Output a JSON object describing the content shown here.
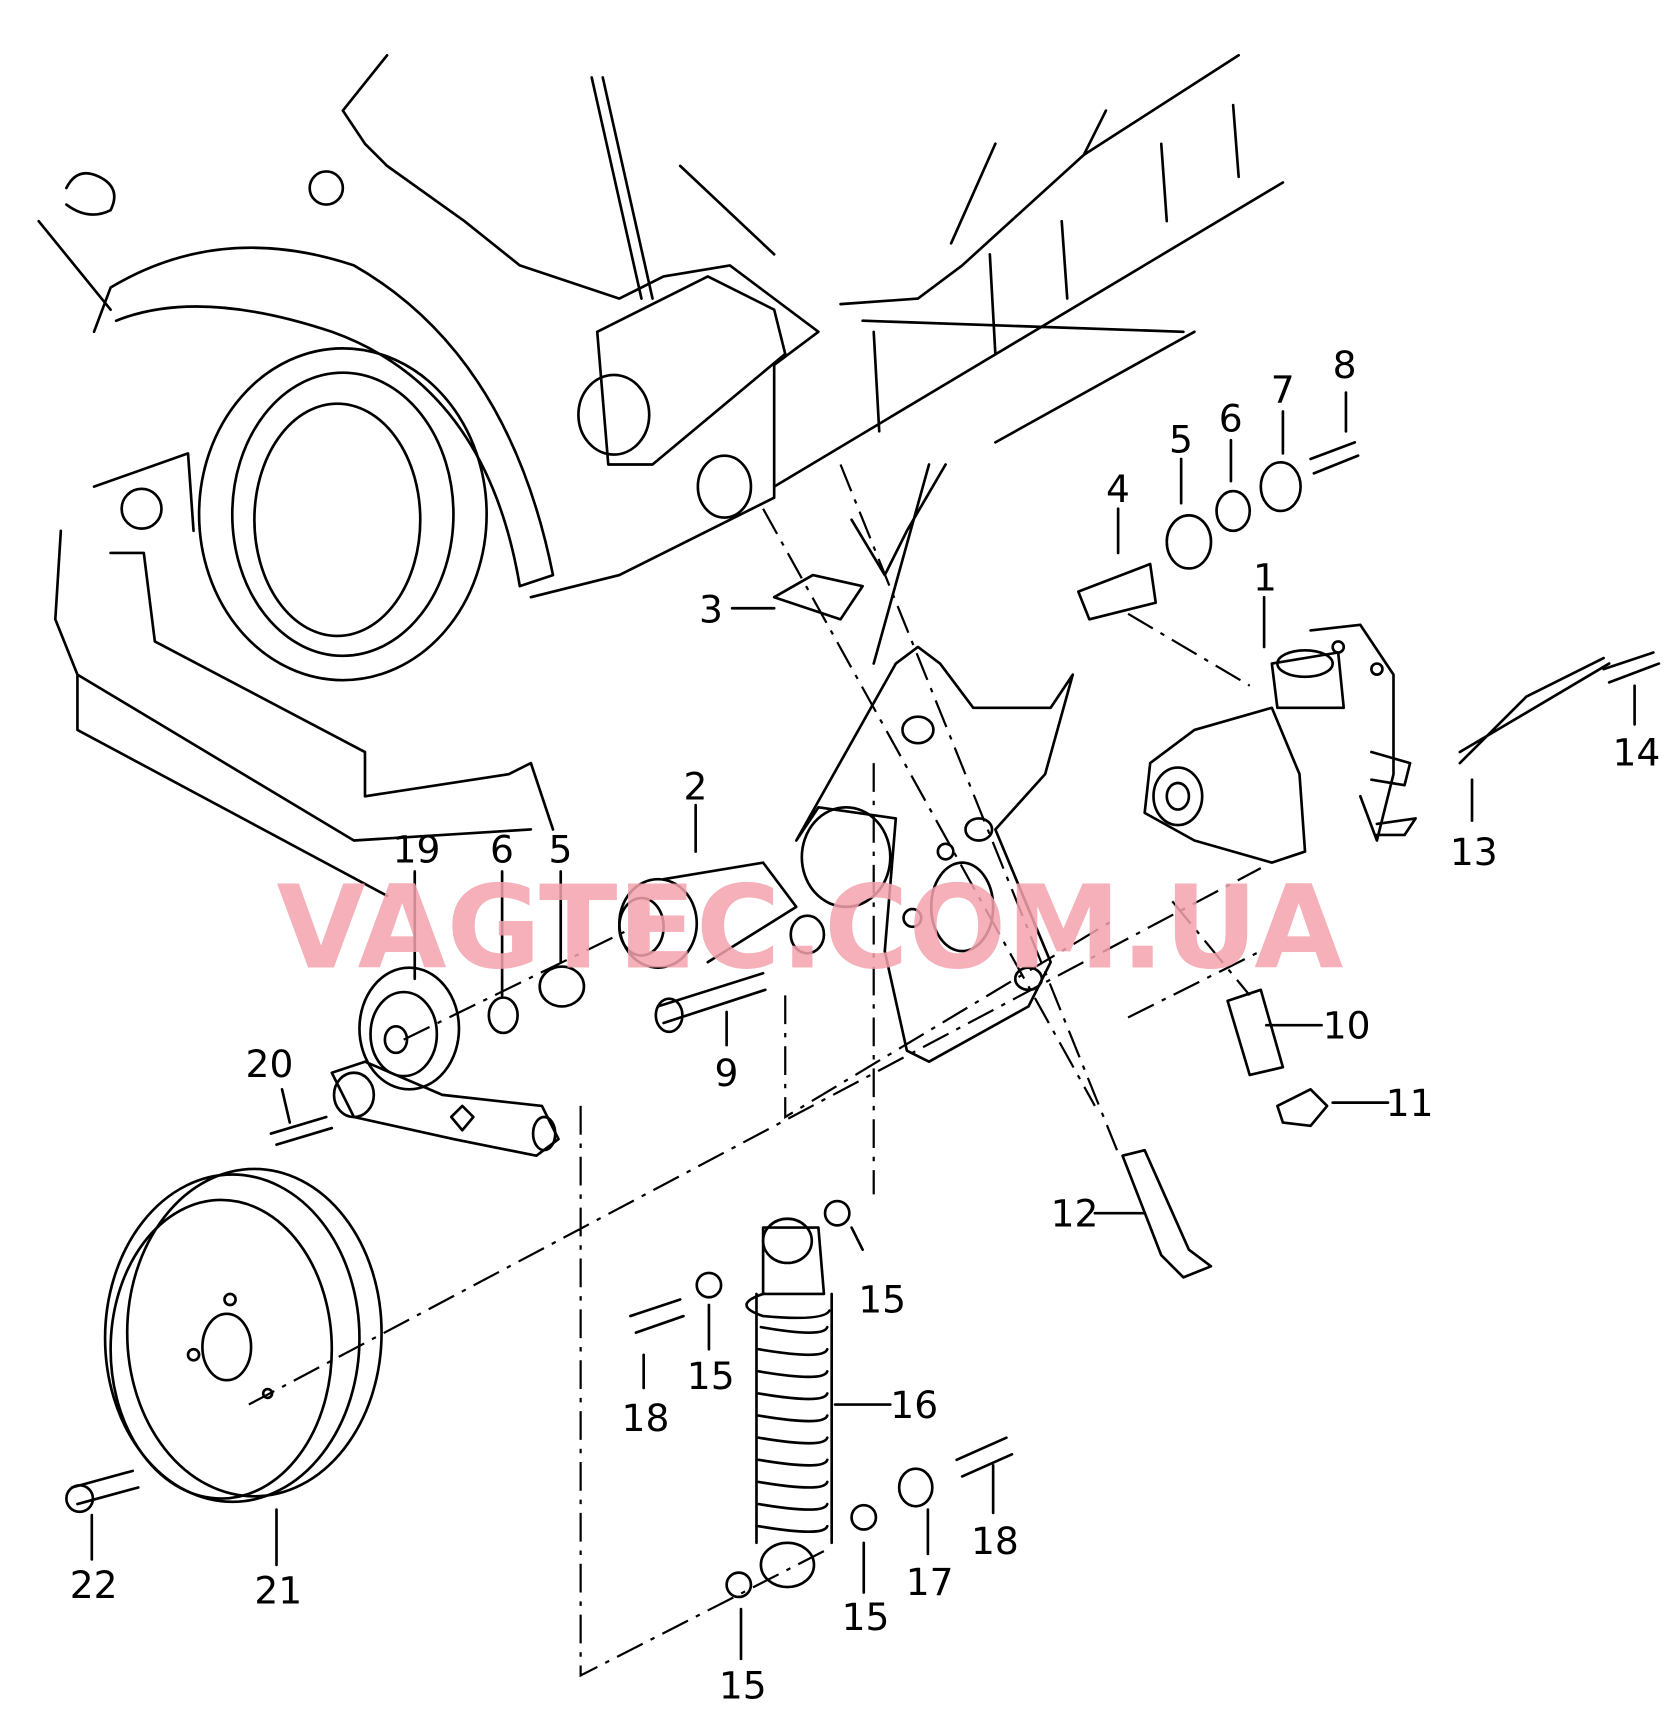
{
  "watermark": "VAGTEC.COM.UA",
  "colors": {
    "line": "#000000",
    "watermark": "#f4a3ad",
    "background": "#ffffff"
  },
  "callouts": [
    {
      "id": "c1",
      "text": "1"
    },
    {
      "id": "c2",
      "text": "2"
    },
    {
      "id": "c3",
      "text": "3"
    },
    {
      "id": "c4",
      "text": "4"
    },
    {
      "id": "c5a",
      "text": "5"
    },
    {
      "id": "c5b",
      "text": "5"
    },
    {
      "id": "c6a",
      "text": "6"
    },
    {
      "id": "c6b",
      "text": "6"
    },
    {
      "id": "c7",
      "text": "7"
    },
    {
      "id": "c8",
      "text": "8"
    },
    {
      "id": "c9",
      "text": "9"
    },
    {
      "id": "c10",
      "text": "10"
    },
    {
      "id": "c11",
      "text": "11"
    },
    {
      "id": "c12",
      "text": "12"
    },
    {
      "id": "c13",
      "text": "13"
    },
    {
      "id": "c14",
      "text": "14"
    },
    {
      "id": "c15a",
      "text": "15"
    },
    {
      "id": "c15b",
      "text": "15"
    },
    {
      "id": "c15c",
      "text": "15"
    },
    {
      "id": "c15d",
      "text": "15"
    },
    {
      "id": "c16",
      "text": "16"
    },
    {
      "id": "c17",
      "text": "17"
    },
    {
      "id": "c18a",
      "text": "18"
    },
    {
      "id": "c18b",
      "text": "18"
    },
    {
      "id": "c19",
      "text": "19"
    },
    {
      "id": "c20",
      "text": "20"
    },
    {
      "id": "c21",
      "text": "21"
    },
    {
      "id": "c22",
      "text": "22"
    }
  ]
}
